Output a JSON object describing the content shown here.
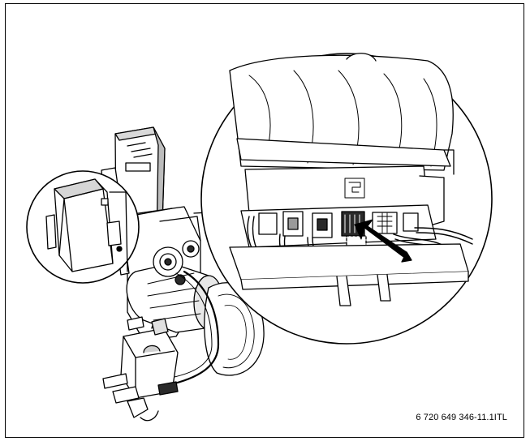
{
  "figure": {
    "code": "6 720 649 346-11.1ITL",
    "colors": {
      "line": "#000000",
      "shade": "#9a9a9a",
      "dark": "#2a2a2a",
      "arrow": "#000000",
      "background": "#ffffff"
    },
    "callouts": [
      {
        "name": "detail-callout-left",
        "depicts": "control-unit-module"
      },
      {
        "name": "detail-callout-right",
        "depicts": "connector-block-plug-insertion"
      }
    ]
  }
}
